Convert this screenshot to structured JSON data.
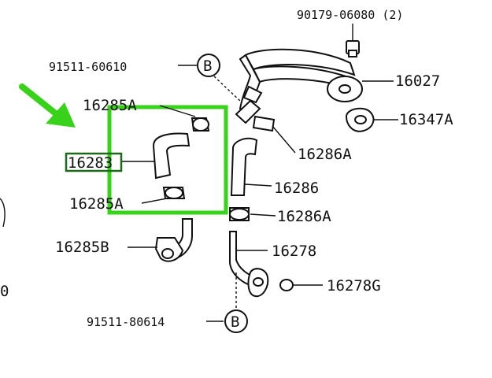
{
  "colors": {
    "highlight": "#39d21a",
    "ink": "#111111",
    "background": "#ffffff"
  },
  "labels": {
    "p90179": "90179-06080 (2)",
    "p91511_60610": "91511-60610",
    "p16027": "16027",
    "p16347a": "16347A",
    "p16285a_top": "16285A",
    "p16286a_upper": "16286A",
    "p16283": "16283",
    "p16286": "16286",
    "p16285a_bottom": "16285A",
    "p16286a_lower": "16286A",
    "p16285b": "16285B",
    "p16278": "16278",
    "p16278g": "16278G",
    "p91511_80614": "91511-80614",
    "callout_b_top": "B",
    "callout_b_bottom": "B",
    "left_edge_fragment": "0"
  }
}
